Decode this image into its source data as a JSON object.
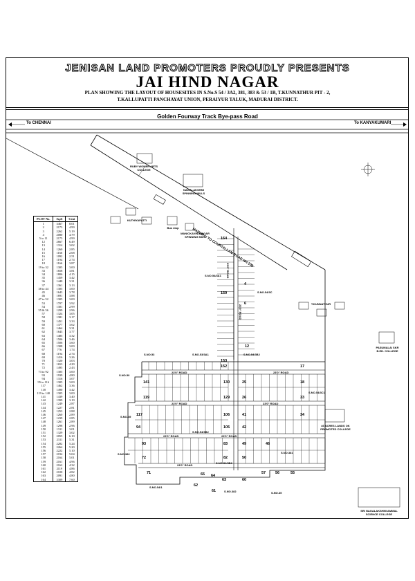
{
  "header": {
    "presents": "JENISAN LAND PROMOTERS PROUDLY PRESENTS",
    "title": "JAI HIND NAGAR",
    "plan_line1": "PLAN SHOWING THE LAYOUT OF HOUSESITES IN S.No.S 54 / 3A2, 381, 383 & 53 / 1B, T.KUNNATHUR  PIT - 2,",
    "plan_line2": "T.KALLUPATTI PANCHAYAT UNION, PERAIYUR TALUK, MADURAI DISTRICT."
  },
  "highway": {
    "name": "Golden Fourway Track Bye-pass Road",
    "left": "To CHENNAI",
    "right": "To KANYAKUMARI"
  },
  "map": {
    "diagonal_road": "MADURAI TO COURTALLAM ROAD NH 208",
    "landmarks": [
      {
        "id": "ruby",
        "label": "RUBY WOMEN ARTS COLLEGE"
      },
      {
        "id": "nagalakshmi-mills",
        "label": "NAGALAKSHMI SPINNING MILLS"
      },
      {
        "id": "kuthiyapatti",
        "label": "KUTHIYAPATTI"
      },
      {
        "id": "bus-stop",
        "label": "Bus stop"
      },
      {
        "id": "manickavinayagar",
        "label": "MANICKAVINAYAGAR SPINNING MILL"
      },
      {
        "id": "tkunnathur",
        "label": "T.KUNNATHUR"
      },
      {
        "id": "pasumalai",
        "label": "PASUMALAI SKR B.ED. COLLEGE"
      },
      {
        "id": "poombai",
        "label": "46 ACRES LANDS OK PROMOTED COLLEGE"
      },
      {
        "id": "sri-naga",
        "label": "SRI NAGALAKSHMI AMMAL SCIENCE COLLEGE"
      }
    ],
    "survey_labels": [
      "S.NO.54/3A1",
      "S.NO.54/3C",
      "S.NO.53",
      "S.NO.53/3A1",
      "S.NO.54/3B2",
      "S.NO.50",
      "S.NO.54/3C1",
      "S.NO.49",
      "S.NO.54/3B2",
      "S.NO.382",
      "S.NO.381",
      "S.NO.54/3B2",
      "S.NO.54/1",
      "S.NO.382",
      "S.NO.35"
    ],
    "roads": [
      "23'0\" ROAD",
      "23'0\" ROAD",
      "23'0\" ROAD",
      "23'0\" ROAD",
      "23'0\" ROAD",
      "23'0\" ROAD",
      "23'0\" ROAD",
      "23'0\" ROAD",
      "23'0\" ROAD"
    ],
    "plot_labels": [
      "164",
      "159",
      "153",
      "152",
      "4",
      "6",
      "12",
      "17",
      "141",
      "130",
      "25",
      "18",
      "119",
      "129",
      "26",
      "33",
      "117",
      "106",
      "41",
      "34",
      "94",
      "105",
      "42",
      "93",
      "83",
      "49",
      "46",
      "72",
      "82",
      "50",
      "71",
      "65",
      "64",
      "63",
      "62",
      "61",
      "60",
      "57",
      "56",
      "55"
    ]
  },
  "table": {
    "headers": [
      "PLOT No.",
      "Sq.ft",
      "Cent"
    ],
    "rows": [
      [
        "1",
        "3467",
        "8.01"
      ],
      [
        "2",
        "2173",
        "4.99"
      ],
      [
        "3",
        "2262",
        "5.19"
      ],
      [
        "4",
        "2080",
        "4.79"
      ],
      [
        "5 to 11",
        "2175",
        "4.99"
      ],
      [
        "12",
        "2667",
        "6.49"
      ],
      [
        "13",
        "1314",
        "3.02"
      ],
      [
        "14",
        "1260",
        "2.85"
      ],
      [
        "15",
        "1166",
        "2.68"
      ],
      [
        "16",
        "1092",
        "2.51"
      ],
      [
        "17",
        "1194",
        "2.74"
      ],
      [
        "18",
        "1166",
        "3.87"
      ],
      [
        "19 to 32",
        "1305",
        "3.00"
      ],
      [
        "33",
        "1658",
        "3.81"
      ],
      [
        "34",
        "1806",
        "4.15"
      ],
      [
        "35",
        "1459",
        "3.42"
      ],
      [
        "36",
        "1440",
        "3.31"
      ],
      [
        "37",
        "1361",
        "3.13"
      ],
      [
        "38 to 44",
        "1305",
        "3.00"
      ],
      [
        "45",
        "1643",
        "3.78"
      ],
      [
        "46",
        "1691",
        "3.88"
      ],
      [
        "47 to 52",
        "1305",
        "3.00"
      ],
      [
        "53",
        "1707",
        "3.92"
      ],
      [
        "54",
        "1301",
        "2.99"
      ],
      [
        "55 & 56",
        "1299",
        "2.96"
      ],
      [
        "57",
        "1324",
        "3.05"
      ],
      [
        "58",
        "1381",
        "3.17"
      ],
      [
        "59",
        "1451",
        "3.33"
      ],
      [
        "60",
        "1377",
        "3.62"
      ],
      [
        "61",
        "1464",
        "3.31"
      ],
      [
        "62",
        "1643",
        "3.77"
      ],
      [
        "63",
        "1485",
        "3.32"
      ],
      [
        "64",
        "1506",
        "3.46"
      ],
      [
        "65",
        "1506",
        "3.60"
      ],
      [
        "66",
        "1308",
        "3.00"
      ],
      [
        "67",
        "776",
        "1.74"
      ],
      [
        "68",
        "1194",
        "2.74"
      ],
      [
        "69",
        "1416",
        "3.26"
      ],
      [
        "70",
        "1320",
        "3.03"
      ],
      [
        "71",
        "1653",
        "4.29"
      ],
      [
        "72",
        "1495",
        "2.43"
      ],
      [
        "73 to 92",
        "1305",
        "3.00"
      ],
      [
        "93",
        "1939",
        "4.80"
      ],
      [
        "94",
        "1316",
        "3.07"
      ],
      [
        "95 to 116",
        "1305",
        "3.00"
      ],
      [
        "117",
        "1462",
        "3.36"
      ],
      [
        "118",
        "1490",
        "3.42"
      ],
      [
        "119 to 140",
        "1305",
        "3.00"
      ],
      [
        "141",
        "1439",
        "3.40"
      ],
      [
        "142",
        "1399",
        "3.19"
      ],
      [
        "143",
        "1249",
        "2.87"
      ],
      [
        "144",
        "1227",
        "2.81"
      ],
      [
        "145",
        "1253",
        "2.88"
      ],
      [
        "146",
        "1260",
        "2.89"
      ],
      [
        "147",
        "1239",
        "2.85"
      ],
      [
        "148",
        "1261",
        "2.89"
      ],
      [
        "149",
        "1298",
        "2.96"
      ],
      [
        "150",
        "1311",
        "3.01"
      ],
      [
        "151",
        "1329",
        "3.02"
      ],
      [
        "152",
        "2055",
        "6.10"
      ],
      [
        "153",
        "2311",
        "5.31"
      ],
      [
        "154",
        "2282",
        "5.24"
      ],
      [
        "155",
        "2264",
        "5.20"
      ],
      [
        "156",
        "2222",
        "5.10"
      ],
      [
        "157",
        "2194",
        "5.04"
      ],
      [
        "158",
        "2164",
        "5.01"
      ],
      [
        "159",
        "2161",
        "4.96"
      ],
      [
        "160",
        "2162",
        "4.32"
      ],
      [
        "161",
        "2119",
        "4.86"
      ],
      [
        "162",
        "2100",
        "4.82"
      ],
      [
        "163",
        "2091",
        "4.80"
      ],
      [
        "164",
        "3309",
        "7.60"
      ]
    ]
  }
}
